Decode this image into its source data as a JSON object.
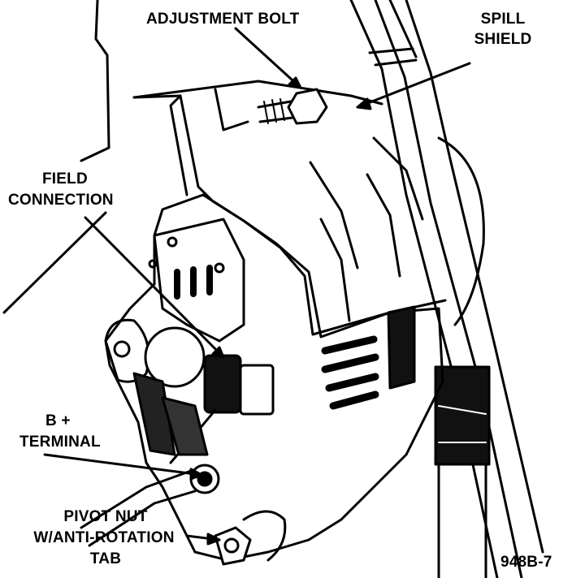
{
  "labels": {
    "adjustment_bolt": "ADJUSTMENT BOLT",
    "spill_shield_1": "SPILL",
    "spill_shield_2": "SHIELD",
    "field_connection_1": "FIELD",
    "field_connection_2": "CONNECTION",
    "b_plus_1": "B +",
    "b_plus_2": "TERMINAL",
    "pivot_nut_1": "PIVOT NUT",
    "pivot_nut_2": "W/ANTI-ROTATION",
    "pivot_nut_3": "TAB",
    "figure_code": "948B-7"
  },
  "colors": {
    "ink": "#000000",
    "paper": "#ffffff"
  }
}
